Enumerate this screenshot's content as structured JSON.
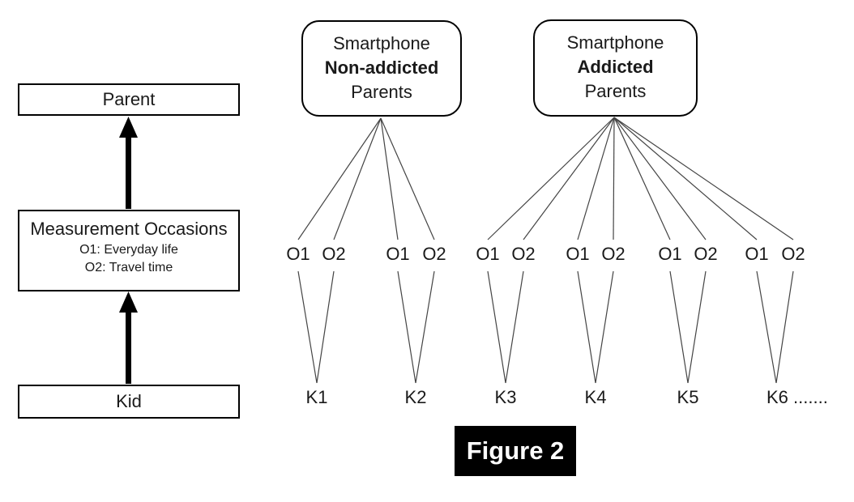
{
  "figure_label": "Figure 2",
  "left_panel": {
    "parent_label": "Parent",
    "measurement_title": "Measurement Occasions",
    "measurement_sub1": "O1: Everyday life",
    "measurement_sub2": "O2: Travel time",
    "kid_label": "Kid"
  },
  "parent_groups": [
    {
      "line1": "Smartphone",
      "line2": "Non-addicted",
      "line3": "Parents"
    },
    {
      "line1": "Smartphone",
      "line2": "Addicted",
      "line3": "Parents"
    }
  ],
  "occasion_labels": [
    "O1",
    "O2",
    "O1",
    "O2",
    "O1",
    "O2",
    "O1",
    "O2",
    "O1",
    "O2",
    "O1",
    "O2"
  ],
  "kid_labels": [
    "K1",
    "K2",
    "K3",
    "K4",
    "K5",
    "K6 ......."
  ],
  "colors": {
    "border": "#000000",
    "text": "#1a1a1a",
    "connector": "#444444",
    "figure_bg": "#000000",
    "figure_text": "#ffffff"
  }
}
